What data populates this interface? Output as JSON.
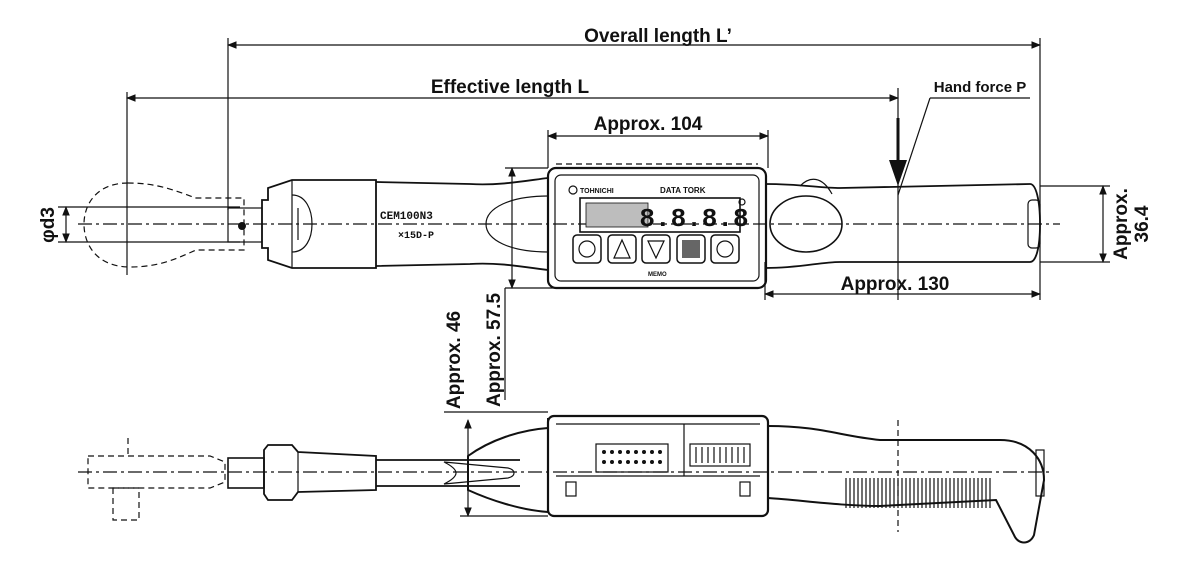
{
  "dimensions": {
    "overall_length": "Overall length L’",
    "effective_length": "Effective length L",
    "hand_force": "Hand force P",
    "approx_104": "Approx. 104",
    "approx_130": "Approx. 130",
    "approx_36_4_line1": "Approx.",
    "approx_36_4_line2": "36.4",
    "phi_d3": "φd3",
    "approx_57_5": "Approx. 57.5",
    "approx_46": "Approx. 46"
  },
  "tool": {
    "model_line1": "CEM100N3",
    "model_line2": "×15D-P",
    "brand": "TOHNICHI",
    "product": "DATA TORK",
    "display_value": "8.8.8.8",
    "memo_label": "MEMO"
  },
  "colors": {
    "ink": "#111111",
    "display_bg": "#d9d9d9",
    "background": "#ffffff"
  }
}
